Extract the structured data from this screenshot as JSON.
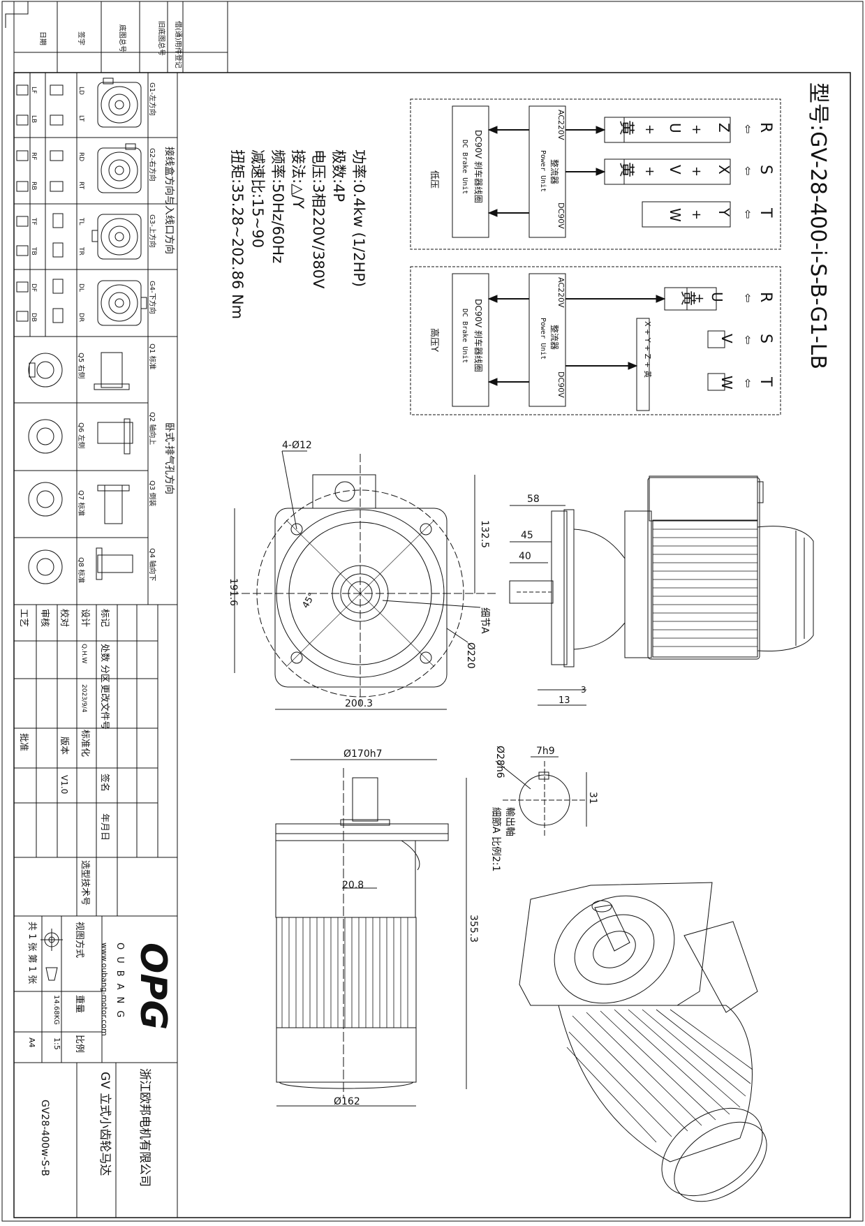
{
  "model": {
    "text": "型号:GV-28-400-i-S-B-G1-LB"
  },
  "specs": {
    "power": "功率:0.4kw (1/2HP)",
    "poles": "极数:4P",
    "voltage": "电压:3相220V/380V",
    "connection": "接法:△/Y",
    "frequency": "频率:50Hz/60Hz",
    "ratio": "减速比:15~90",
    "torque": "扭矩:35.28~202.86 Nm"
  },
  "wiring": {
    "low_voltage": {
      "title": "低压",
      "terminals": [
        {
          "line": "R",
          "a": "Z",
          "b": "U",
          "c": "黄"
        },
        {
          "line": "S",
          "a": "X",
          "b": "V",
          "c": "黄"
        },
        {
          "line": "T",
          "a": "Y",
          "b": "W",
          "c": ""
        }
      ]
    },
    "high_voltage": {
      "title": "高压Y",
      "terminals": [
        {
          "line": "R",
          "a": "U",
          "c": "黄"
        },
        {
          "line": "S",
          "a": "V",
          "c": ""
        },
        {
          "line": "T",
          "a": "W",
          "c": ""
        }
      ],
      "star_label": "X + Y + Z + 黄"
    },
    "rectifier": {
      "cn": "整流器",
      "en": "Power Unit",
      "in": "AC220V",
      "out": "DC90V"
    },
    "brake_coil": {
      "cn": "DC90V 刹车器线圈",
      "en": "DC Brake Unit"
    },
    "plus": "+",
    "arrow": "⇦"
  },
  "dimensions": {
    "front": {
      "holes": "4-Ø12",
      "height": "132.5",
      "width": "200.3",
      "left_h": "191.6",
      "angle": "45°",
      "detail": "细节A",
      "pcd": "Ø220"
    },
    "side": {
      "d58": "58",
      "d45": "45",
      "d40": "40",
      "d3": "3",
      "d13": "13"
    },
    "bottom": {
      "flange": "Ø170h7",
      "motor_d": "Ø162",
      "length": "355.3",
      "d208": "20.8"
    },
    "shaft": {
      "key": "7h9",
      "dia": "Ø28h6",
      "h31": "31",
      "label1": "輸出軸",
      "label2": "細節A 比例2:1"
    }
  },
  "orientation": {
    "header": "接线盒方向与入线口方向",
    "groups": [
      {
        "name": "G1-左方向",
        "codes": [
          "LD",
          "LT",
          "LF",
          "LB"
        ]
      },
      {
        "name": "G2-右方向",
        "codes": [
          "RD",
          "RT",
          "RF",
          "RB"
        ]
      },
      {
        "name": "G3-上方向",
        "codes": [
          "TL",
          "TR",
          "TF",
          "TB"
        ]
      },
      {
        "name": "G4-下方向",
        "codes": [
          "DL",
          "DR",
          "DF",
          "DB"
        ]
      }
    ],
    "vent_header": "卧式-排气孔方向",
    "vent": [
      {
        "q": "Q1 标准",
        "q2": "Q5 右侧"
      },
      {
        "q": "Q2 轴向上",
        "q2": "Q6 左侧"
      },
      {
        "q": "Q3 倒装",
        "q2": "Q7 标准"
      },
      {
        "q": "Q4 轴向下",
        "q2": "Q8 标准"
      }
    ]
  },
  "top_margin": [
    "借(通)用件登记",
    "旧底图总号",
    "底图总号",
    "签字",
    "日期"
  ],
  "title_block": {
    "rows1": [
      "标记",
      "处数",
      "分区",
      "更改文件号",
      "签名",
      "年月日"
    ],
    "design": "设计",
    "designer": "Q.H.W",
    "date": "2023/9/4",
    "standard": "标准化",
    "check": "校对",
    "version_label": "版本",
    "version": "V1.0",
    "review": "审核",
    "process": "工艺",
    "approve": "批准",
    "type_no": "选型技术号",
    "view_method": "视图方式",
    "weight_label": "重量",
    "weight": "14.68KG",
    "scale_label": "比例",
    "scale": "1:5",
    "sheets": "共 1 张 第 1 张",
    "paper": "A4",
    "logo": "OPG",
    "brand": "OUBANG",
    "website": "www.oubang-motor.com",
    "company": "浙江欧邦电机有限公司",
    "product": "GV 立式小齿轮马达",
    "drawing_no": "GV28-400w-S-B"
  }
}
